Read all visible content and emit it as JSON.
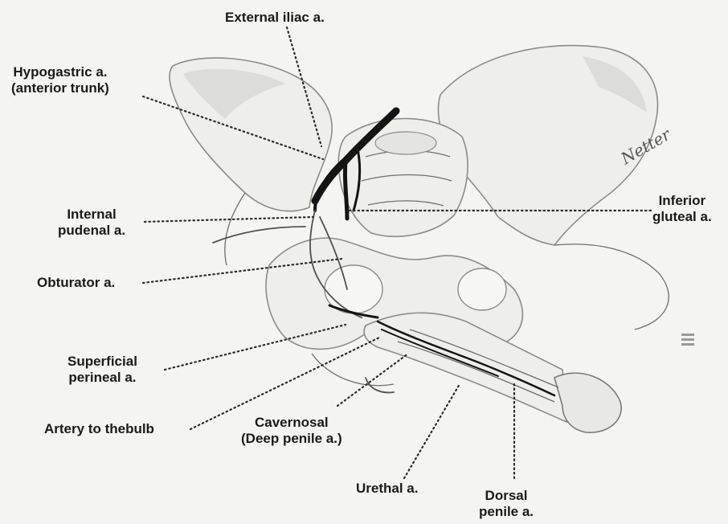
{
  "labels": {
    "external_iliac": [
      "External iliac a."
    ],
    "hypogastric": [
      "Hypogastric a.",
      "(anterior trunk)"
    ],
    "internal_pudenal": [
      "Internal",
      "pudenal a."
    ],
    "obturator": [
      "Obturator a."
    ],
    "superficial_perineal": [
      "Superficial",
      "perineal a."
    ],
    "artery_to_bulb": [
      "Artery to thebulb"
    ],
    "cavernosal": [
      "Cavernosal",
      "(Deep penile a.)"
    ],
    "urethal": [
      "Urethal a."
    ],
    "dorsal_penile": [
      "Dorsal",
      "penile a."
    ],
    "inferior_gluteal": [
      "Inferior",
      "gluteal a."
    ]
  },
  "artist_signature": "Netter"
}
